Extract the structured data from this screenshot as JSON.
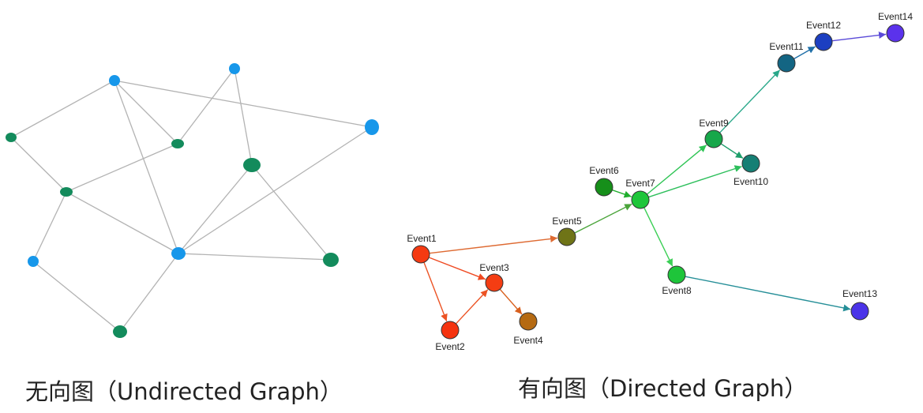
{
  "undirected": {
    "caption": "无向图（Undirected Graph）",
    "nodes": [
      {
        "id": "u1",
        "color": "blue"
      },
      {
        "id": "u2",
        "color": "blue"
      },
      {
        "id": "u3",
        "color": "green"
      },
      {
        "id": "u4",
        "color": "blue"
      },
      {
        "id": "u5",
        "color": "green"
      },
      {
        "id": "u6",
        "color": "green"
      },
      {
        "id": "u7",
        "color": "green"
      },
      {
        "id": "u8",
        "color": "blue"
      },
      {
        "id": "u9",
        "color": "blue"
      },
      {
        "id": "u10",
        "color": "green"
      },
      {
        "id": "u11",
        "color": "green"
      }
    ],
    "edges": [
      [
        "u1",
        "u3"
      ],
      [
        "u1",
        "u4"
      ],
      [
        "u1",
        "u5"
      ],
      [
        "u1",
        "u9"
      ],
      [
        "u2",
        "u5"
      ],
      [
        "u2",
        "u6"
      ],
      [
        "u3",
        "u7"
      ],
      [
        "u4",
        "u9"
      ],
      [
        "u5",
        "u7"
      ],
      [
        "u6",
        "u9"
      ],
      [
        "u6",
        "u10"
      ],
      [
        "u7",
        "u9"
      ],
      [
        "u7",
        "u8"
      ],
      [
        "u8",
        "u11"
      ],
      [
        "u9",
        "u10"
      ],
      [
        "u9",
        "u11"
      ]
    ]
  },
  "directed": {
    "caption": "有向图（Directed Graph）",
    "nodes": [
      {
        "id": "e1",
        "label": "Event1",
        "fill": "#f53a12"
      },
      {
        "id": "e2",
        "label": "Event2",
        "fill": "#f5330f"
      },
      {
        "id": "e3",
        "label": "Event3",
        "fill": "#f43d13"
      },
      {
        "id": "e4",
        "label": "Event4",
        "fill": "#b56a12"
      },
      {
        "id": "e5",
        "label": "Event5",
        "fill": "#6f7417"
      },
      {
        "id": "e6",
        "label": "Event6",
        "fill": "#168f1a"
      },
      {
        "id": "e7",
        "label": "Event7",
        "fill": "#1ec63a"
      },
      {
        "id": "e8",
        "label": "Event8",
        "fill": "#1ec53a"
      },
      {
        "id": "e9",
        "label": "Event9",
        "fill": "#17a74a"
      },
      {
        "id": "e10",
        "label": "Event10",
        "fill": "#157f74"
      },
      {
        "id": "e11",
        "label": "Event11",
        "fill": "#136583"
      },
      {
        "id": "e12",
        "label": "Event12",
        "fill": "#1c3fc1"
      },
      {
        "id": "e13",
        "label": "Event13",
        "fill": "#4b34e8"
      },
      {
        "id": "e14",
        "label": "Event14",
        "fill": "#5b32ec"
      }
    ],
    "edges": [
      {
        "from": "e1",
        "to": "e5",
        "color": "#de6a32"
      },
      {
        "from": "e1",
        "to": "e3",
        "color": "#ef4a22"
      },
      {
        "from": "e1",
        "to": "e2",
        "color": "#ec5324"
      },
      {
        "from": "e2",
        "to": "e3",
        "color": "#ec5324"
      },
      {
        "from": "e3",
        "to": "e4",
        "color": "#d8601e"
      },
      {
        "from": "e5",
        "to": "e7",
        "color": "#4aa43a"
      },
      {
        "from": "e6",
        "to": "e7",
        "color": "#1fae2d"
      },
      {
        "from": "e7",
        "to": "e9",
        "color": "#2ec454"
      },
      {
        "from": "e7",
        "to": "e10",
        "color": "#2ebf5c"
      },
      {
        "from": "e7",
        "to": "e8",
        "color": "#3bcf55"
      },
      {
        "from": "e9",
        "to": "e10",
        "color": "#1d9e6a"
      },
      {
        "from": "e9",
        "to": "e11",
        "color": "#2aa88a"
      },
      {
        "from": "e11",
        "to": "e12",
        "color": "#1f6fa8"
      },
      {
        "from": "e12",
        "to": "e14",
        "color": "#5a4ad8"
      },
      {
        "from": "e8",
        "to": "e13",
        "color": "#268f98"
      }
    ]
  },
  "colors": {
    "blue": "#1797ea",
    "green": "#138b5c",
    "edge": "#b3b3b3",
    "node_stroke": "#333333"
  }
}
